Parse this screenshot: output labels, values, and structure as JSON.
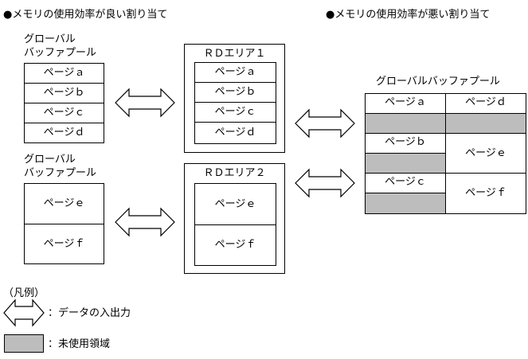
{
  "headings": {
    "good": "●メモリの使用効率が良い割り当て",
    "bad": "●メモリの使用効率が悪い割り当て"
  },
  "good": {
    "buffer1": {
      "label_line1": "グローバル",
      "label_line2": "バッファプール",
      "pages": [
        "ページａ",
        "ページｂ",
        "ページｃ",
        "ページｄ"
      ]
    },
    "buffer2": {
      "label_line1": "グローバル",
      "label_line2": "バッファプール",
      "pages": [
        "ページｅ",
        "ページｆ"
      ]
    },
    "rd1": {
      "title": "ＲＤエリア１",
      "pages": [
        "ページａ",
        "ページｂ",
        "ページｃ",
        "ページｄ"
      ]
    },
    "rd2": {
      "title": "ＲＤエリア２",
      "pages": [
        "ページｅ",
        "ページｆ"
      ]
    }
  },
  "bad": {
    "title": "グローバルバッファプール",
    "rows": [
      {
        "left": "ページａ",
        "right": "ページｄ"
      },
      {
        "left": "ページｂ",
        "right": "ページｅ"
      },
      {
        "left": "ページｃ",
        "right": "ページｆ"
      }
    ]
  },
  "legend": {
    "title": "（凡例）",
    "arrow_label": "：データの入出力",
    "unused_label": "：未使用領域"
  },
  "colors": {
    "unused": "#bdbdbd"
  }
}
